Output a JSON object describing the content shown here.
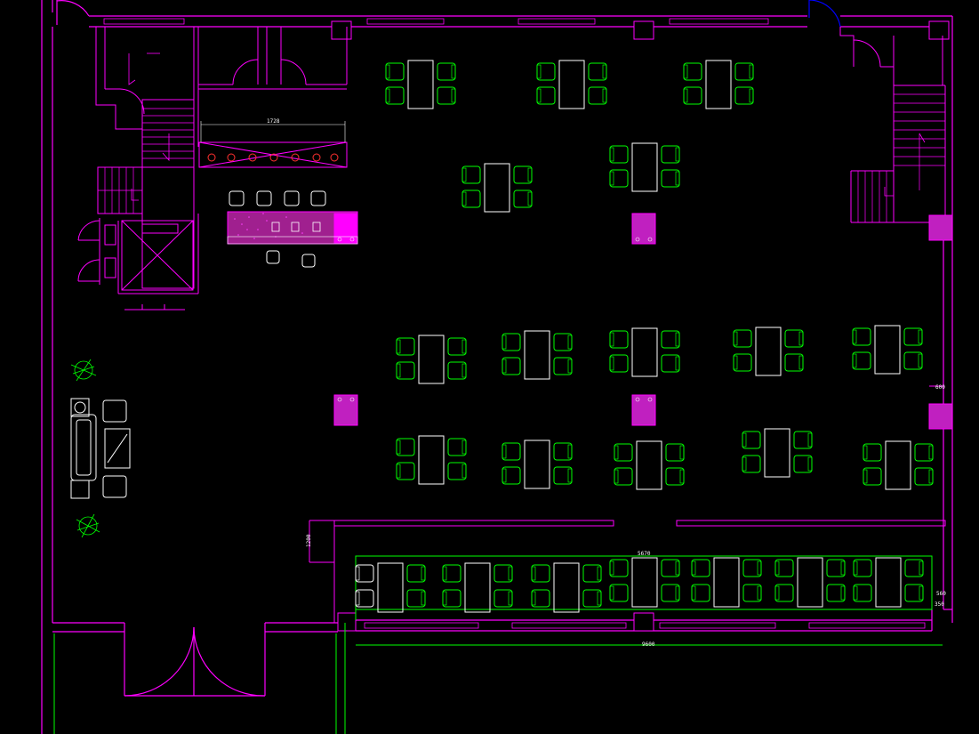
{
  "colors": {
    "background": "#000000",
    "wall": "#ff00ff",
    "furniture": "#00ff00",
    "table": "#ffffff",
    "column_fill": "#ff00ff",
    "door_arc": "#0000ff"
  },
  "dimensions": {
    "bar_width": "1728",
    "top_row": "5670",
    "bottom": "9600",
    "booth_depth": "1200",
    "side_a": "560",
    "side_b": "350",
    "col_gap": "600",
    "left_gap": "1200"
  },
  "stairs_left_upper": {
    "arrow": "up-arrow-icon"
  },
  "stairs_right": {
    "arrow": "up-arrow-icon"
  }
}
